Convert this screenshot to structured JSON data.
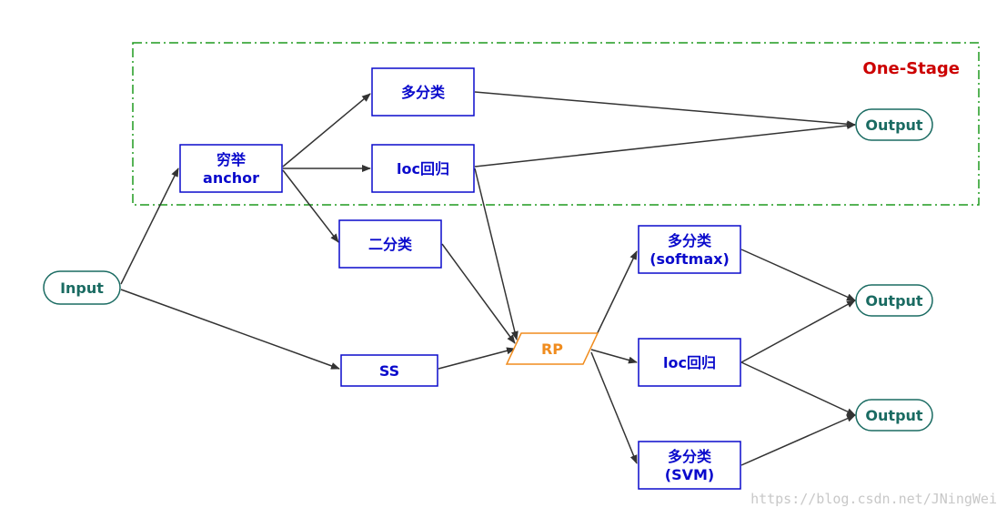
{
  "stage_label": "One-Stage",
  "watermark": "https://blog.csdn.net/JNingWei",
  "colors": {
    "box_stroke": "#0a0acc",
    "box_text": "#0a0acc",
    "terminal_stroke": "#1a6b62",
    "terminal_text": "#1a6b62",
    "rp_stroke": "#f08c1e",
    "rp_text": "#f08c1e",
    "stage_stroke": "#1e9a1e",
    "stage_text": "#cc0000",
    "edge": "#333333",
    "watermark": "#c8c8c8"
  },
  "nodes": {
    "input": {
      "lines": [
        "Input"
      ]
    },
    "anchor": {
      "lines": [
        "穷举",
        "anchor"
      ]
    },
    "multi_cls_top": {
      "lines": [
        "多分类"
      ]
    },
    "loc_top": {
      "lines": [
        "loc回归"
      ]
    },
    "output_top": {
      "lines": [
        "Output"
      ]
    },
    "binary_cls": {
      "lines": [
        "二分类"
      ]
    },
    "ss": {
      "lines": [
        "SS"
      ]
    },
    "rp": {
      "lines": [
        "RP"
      ]
    },
    "softmax": {
      "lines": [
        "多分类",
        "(softmax)"
      ]
    },
    "loc_mid": {
      "lines": [
        "loc回归"
      ]
    },
    "svm": {
      "lines": [
        "多分类",
        "(SVM)"
      ]
    },
    "output_mid": {
      "lines": [
        "Output"
      ]
    },
    "output_bot": {
      "lines": [
        "Output"
      ]
    }
  },
  "edges": [
    {
      "from": "input",
      "to": "anchor"
    },
    {
      "from": "input",
      "to": "ss"
    },
    {
      "from": "anchor",
      "to": "multi_cls_top"
    },
    {
      "from": "anchor",
      "to": "loc_top"
    },
    {
      "from": "anchor",
      "to": "binary_cls"
    },
    {
      "from": "multi_cls_top",
      "to": "output_top"
    },
    {
      "from": "loc_top",
      "to": "output_top"
    },
    {
      "from": "loc_top",
      "to": "rp"
    },
    {
      "from": "binary_cls",
      "to": "rp"
    },
    {
      "from": "ss",
      "to": "rp"
    },
    {
      "from": "rp",
      "to": "softmax"
    },
    {
      "from": "rp",
      "to": "loc_mid"
    },
    {
      "from": "rp",
      "to": "svm"
    },
    {
      "from": "softmax",
      "to": "output_mid"
    },
    {
      "from": "loc_mid",
      "to": "output_mid"
    },
    {
      "from": "loc_mid",
      "to": "output_bot"
    },
    {
      "from": "svm",
      "to": "output_bot"
    }
  ]
}
